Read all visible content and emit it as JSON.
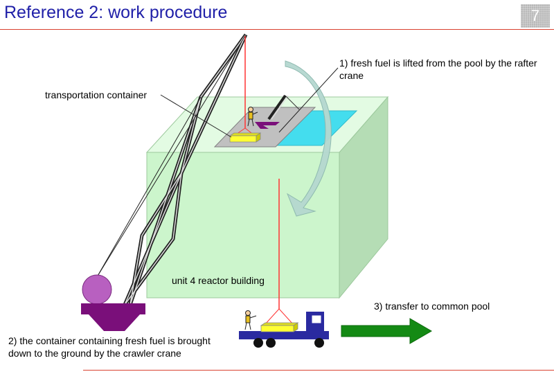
{
  "slide": {
    "title": "Reference 2: work procedure",
    "page_number": "7"
  },
  "labels": {
    "step1": "1) fresh fuel is lifted from the pool by the rafter crane",
    "transport_container": "transportation container",
    "reactor_building": "unit 4 reactor building",
    "step2": "2) the container containing fresh fuel is brought down to the ground by the crawler crane",
    "step3": "3) transfer to common pool"
  },
  "colors": {
    "title": "#1f1fa8",
    "rule": "#d9412f",
    "building_front": "#ccf5cc",
    "building_top": "#e3fbe3",
    "building_side": "#b5ddb5",
    "pool": "#44ddee",
    "crane_base": "#7a0f7a",
    "crane_wheel": "#b860c0",
    "truck": "#2a2aa0",
    "container": "#ffff33",
    "arrow_green": "#148a14",
    "curved_arrow": "#b5d8d0",
    "hoist_line": "#ff3333"
  }
}
